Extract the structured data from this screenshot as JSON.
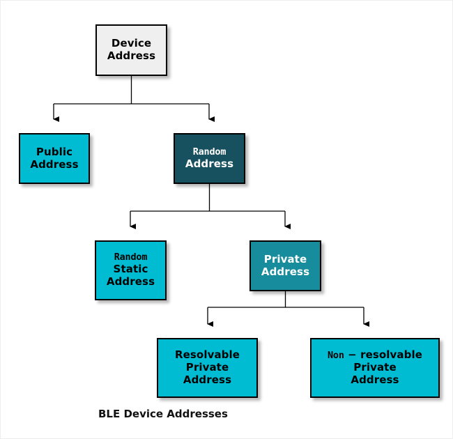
{
  "diagram": {
    "caption": "BLE Device Addresses",
    "colors": {
      "root_fill": "#efefef",
      "cyan_fill": "#00bcd2",
      "dark_teal_fill": "#17505f",
      "medium_teal_fill": "#178c9c",
      "stroke": "#000000",
      "background": "#ffffff"
    },
    "nodes": {
      "device": {
        "label": "Device\nAddress",
        "line1": "Device",
        "line2": "Address"
      },
      "public": {
        "label": "Public\nAddress",
        "line1": "Public",
        "line2": "Address"
      },
      "random": {
        "label": "Random\nAddress",
        "line1": "Random",
        "line2": "Address"
      },
      "random_static": {
        "label": "Random\nStatic\nAddress",
        "line1": "Random",
        "line2": "Static",
        "line3": "Address"
      },
      "private": {
        "label": "Private\nAddress",
        "line1": "Private",
        "line2": "Address"
      },
      "resolvable": {
        "label": "Resolvable\nPrivate\nAddress",
        "line1": "Resolvable",
        "line2": "Private",
        "line3": "Address"
      },
      "non_resolvable": {
        "label": "Non − resolvable\nPrivate\nAddress",
        "line1_a": "Non",
        "line1_b": " − resolvable",
        "line2": "Private",
        "line3": "Address"
      }
    },
    "edges": [
      {
        "from": "device",
        "to": "public"
      },
      {
        "from": "device",
        "to": "random"
      },
      {
        "from": "random",
        "to": "random_static"
      },
      {
        "from": "random",
        "to": "private"
      },
      {
        "from": "private",
        "to": "resolvable"
      },
      {
        "from": "private",
        "to": "non_resolvable"
      }
    ]
  }
}
